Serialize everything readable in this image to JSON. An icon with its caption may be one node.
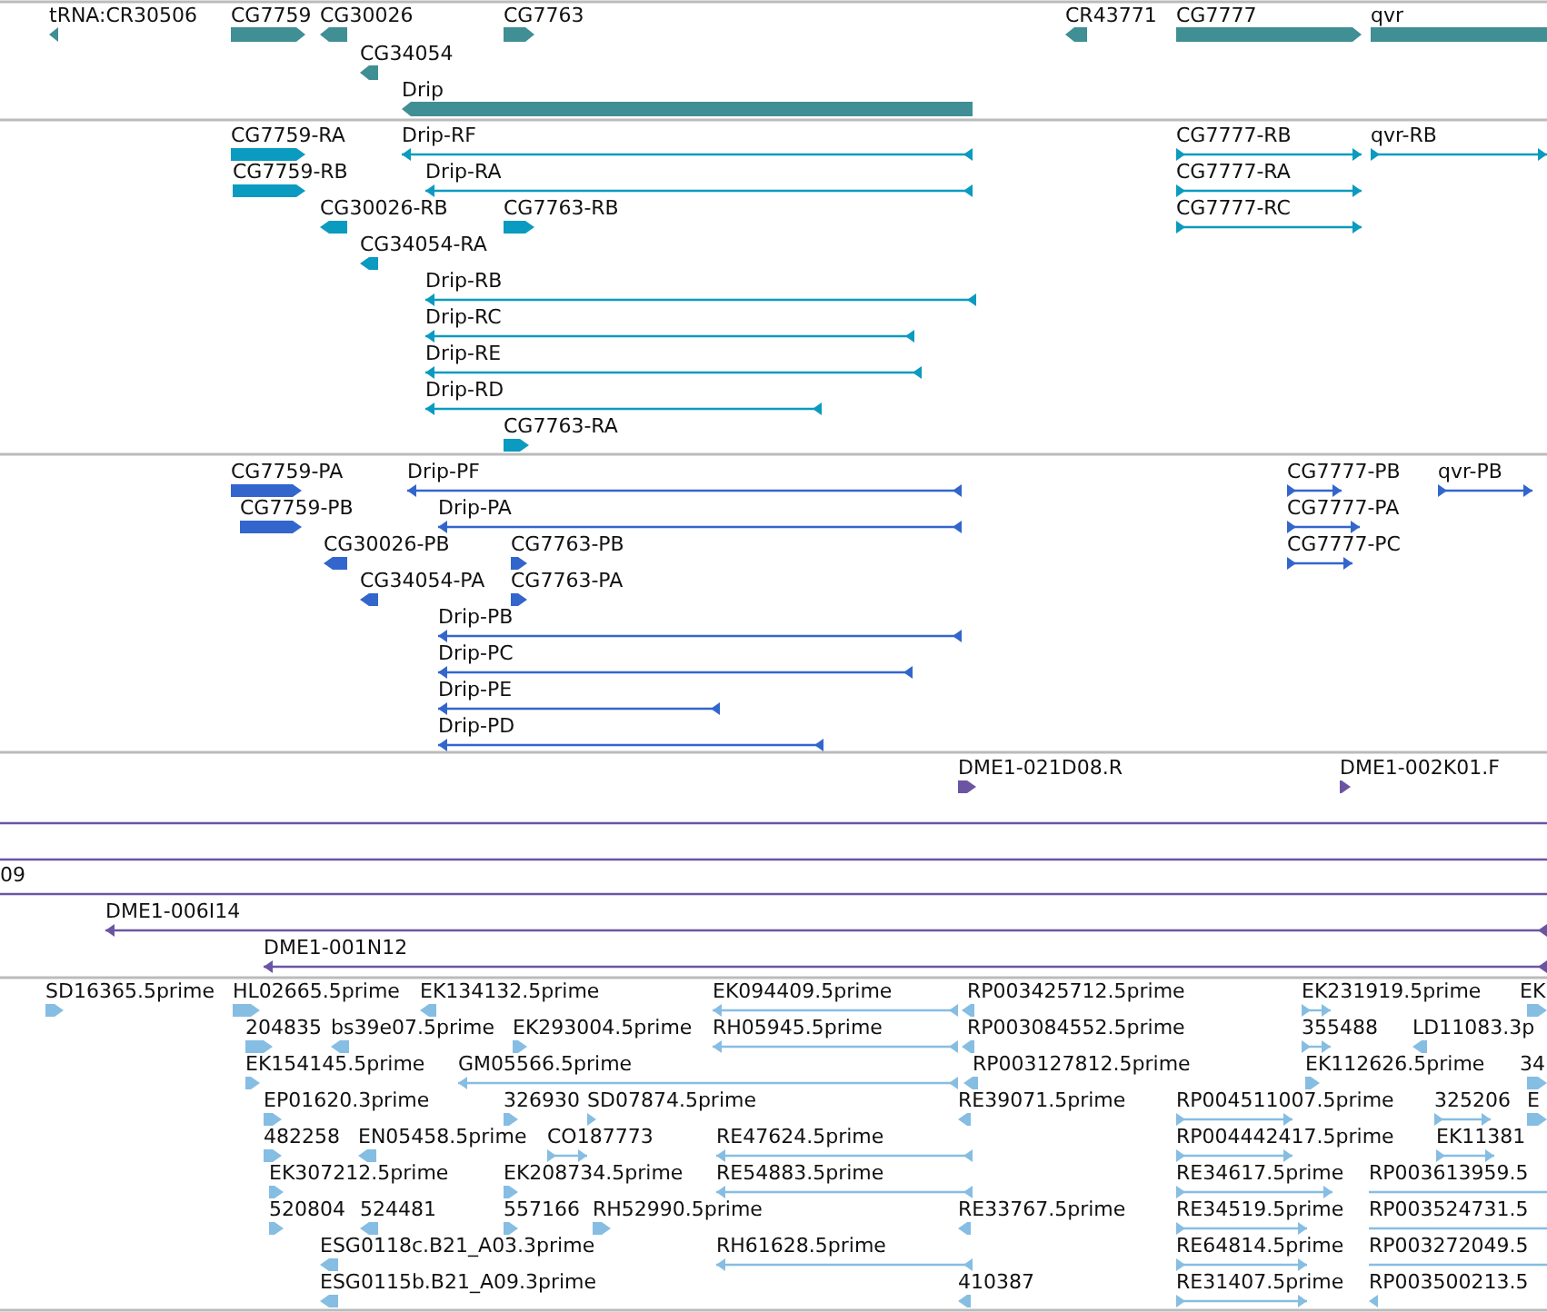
{
  "diagram": {
    "labels": [
      "tRNA:CR30506",
      "CG7759",
      "CG30026",
      "CG7763",
      "CR43771",
      "CG7777",
      "qvr",
      "CG34054",
      "Drip",
      "CG7759-RA",
      "Drip-RF",
      "CG7777-RB",
      "qvr-RB",
      "CG7759-RB",
      "Drip-RA",
      "CG7777-RA",
      "CG30026-RB",
      "CG7763-RB",
      "CG7777-RC",
      "CG34054-RA",
      "Drip-RB",
      "Drip-RC",
      "Drip-RE",
      "Drip-RD",
      "CG7763-RA",
      "CG7759-PA",
      "Drip-PF",
      "CG7777-PB",
      "qvr-PB",
      "CG7759-PB",
      "Drip-PA",
      "CG7777-PA",
      "CG30026-PB",
      "CG7763-PB",
      "CG7777-PC",
      "CG34054-PA",
      "CG7763-PA",
      "Drip-PB",
      "Drip-PC",
      "Drip-PE",
      "Drip-PD",
      "DME1-021D08.R",
      "DME1-002K01.F",
      "09",
      "DME1-006I14",
      "DME1-001N12",
      "SD16365.5prime",
      "HL02665.5prime",
      "EK134132.5prime",
      "EK094409.5prime",
      "RP003425712.5prime",
      "EK231919.5prime",
      "EK",
      "204835",
      "bs39e07.5prime",
      "EK293004.5prime",
      "RH05945.5prime",
      "RP003084552.5prime",
      "355488",
      "LD11083.3p",
      "EK154145.5prime",
      "GM05566.5prime",
      "RP003127812.5prime",
      "EK112626.5prime",
      "34",
      "EP01620.3prime",
      "326930",
      "SD07874.5prime",
      "RE39071.5prime",
      "RP004511007.5prime",
      "325206",
      "E",
      "482258",
      "EN05458.5prime",
      "CO187773",
      "RE47624.5prime",
      "RP004442417.5prime",
      "EK11381",
      "EK307212.5prime",
      "EK208734.5prime",
      "RE54883.5prime",
      "RE34617.5prime",
      "RP003613959.5",
      "520804",
      "524481",
      "557166",
      "RH52990.5prime",
      "RE33767.5prime",
      "RE34519.5prime",
      "RP003524731.5",
      "ESG0118c.B21_A03.3prime",
      "RH61628.5prime",
      "RE64814.5prime",
      "RP003272049.5",
      "ESG0115b.B21_A09.3prime",
      "410387",
      "RE31407.5prime",
      "RP003500213.5"
    ]
  }
}
